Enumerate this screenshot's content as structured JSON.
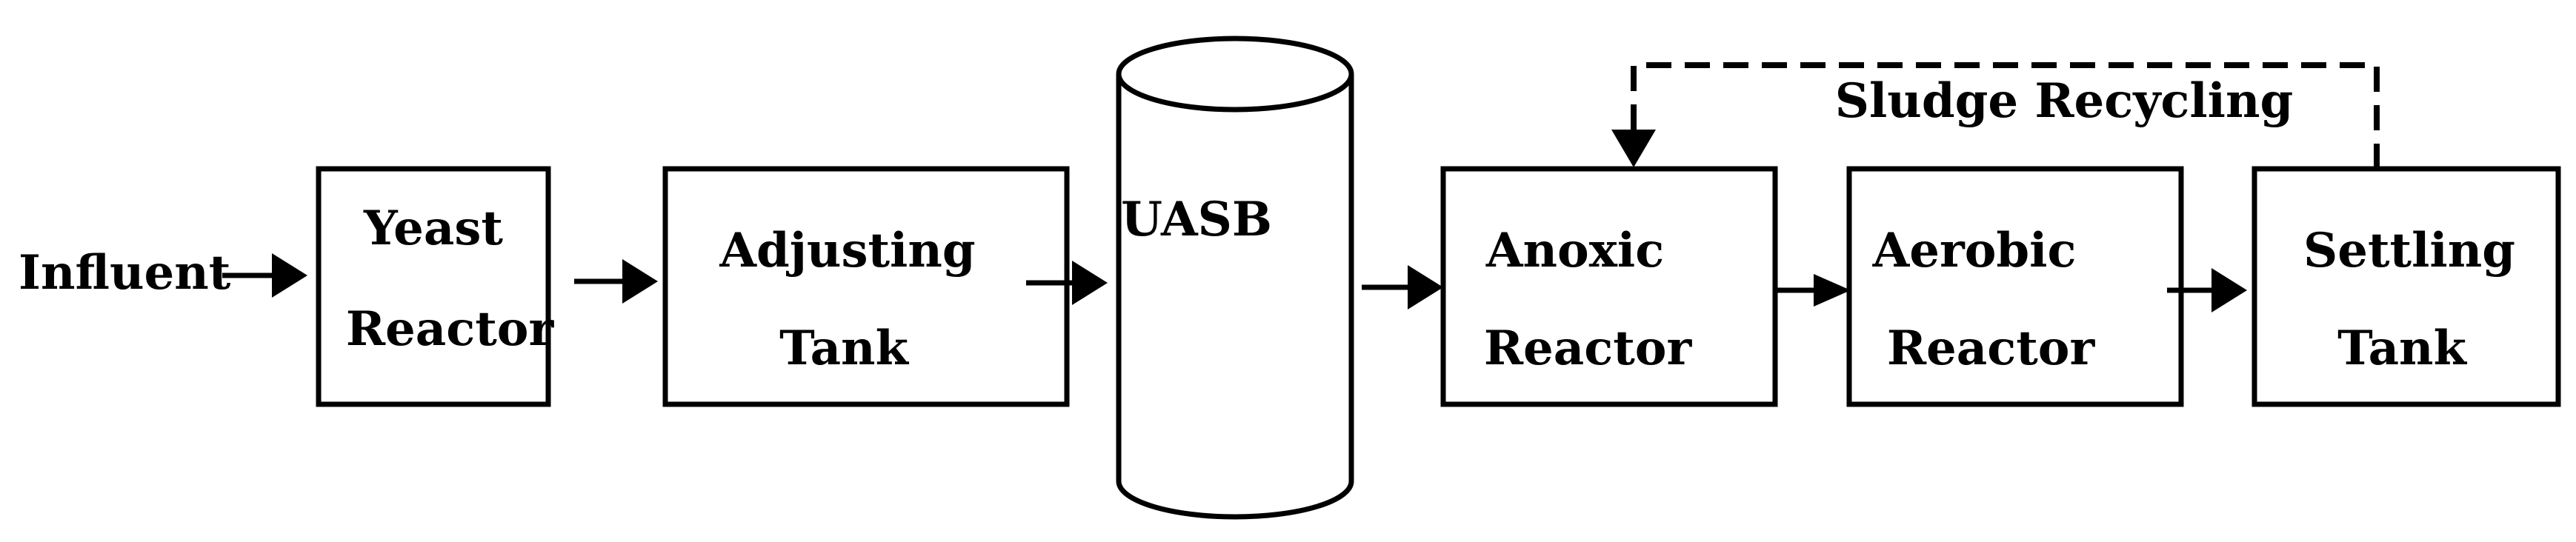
{
  "influent_label": "Influent",
  "stages": [
    {
      "lines": [
        "Yeast",
        "Reactor"
      ]
    },
    {
      "lines": [
        "Adjusting",
        "Tank"
      ]
    },
    {
      "lines": [
        "UASB"
      ]
    },
    {
      "lines": [
        "Anoxic",
        "Reactor"
      ]
    },
    {
      "lines": [
        "Aerobic",
        "Reactor"
      ]
    },
    {
      "lines": [
        "Settling",
        "Tank"
      ]
    }
  ],
  "recycle_label": "Sludge Recycling"
}
